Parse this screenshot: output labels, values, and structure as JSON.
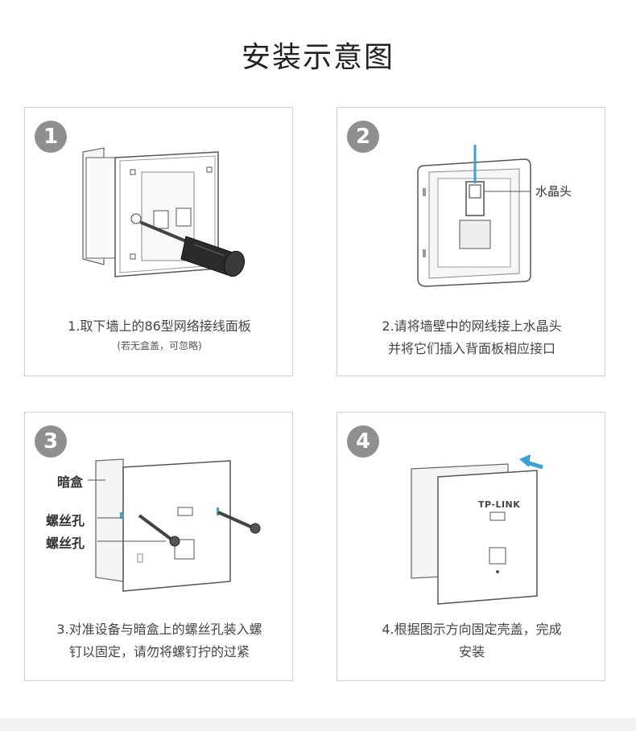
{
  "page_title": "安装示意图",
  "steps": [
    {
      "number": "1",
      "caption_l1": "1.取下墙上的86型网络接线面板",
      "caption_l2": "(若无盒盖，可忽略)"
    },
    {
      "number": "2",
      "caption_l1": "2.请将墙壁中的网线接上水晶头",
      "caption_l2": "并将它们插入背面板相应接口",
      "label": "水晶头"
    },
    {
      "number": "3",
      "caption_l1": "3.对准设备与暗盒上的螺丝孔装入螺",
      "caption_l2": "钉以固定，请勿将螺钉拧的过紧",
      "label_box": "暗盒",
      "label_screw1": "螺丝孔",
      "label_screw2": "螺丝孔"
    },
    {
      "number": "4",
      "caption_l1": "4.根据图示方向固定壳盖，完成",
      "caption_l2": "安装",
      "brand": "TP-LINK"
    }
  ],
  "colors": {
    "badge": "#8f8f8f",
    "line": "#555555",
    "accent": "#3aa0d8"
  }
}
